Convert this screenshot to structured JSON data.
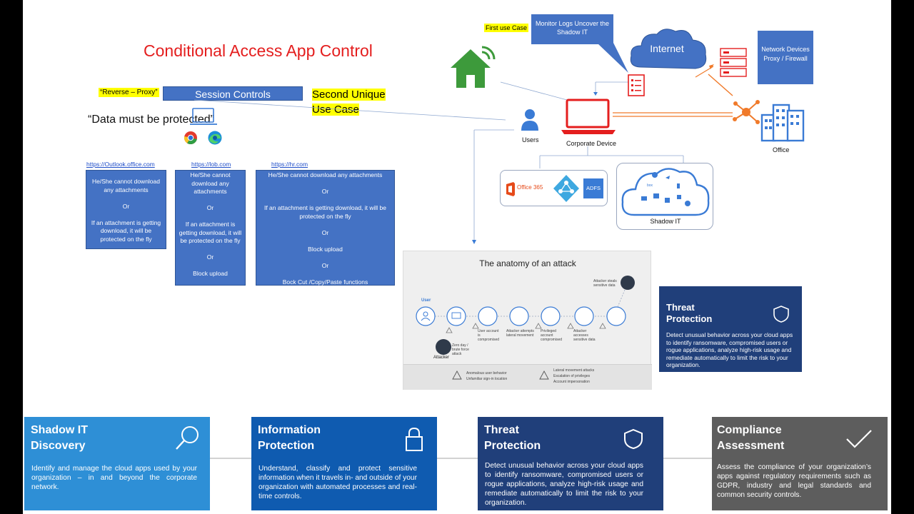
{
  "title": "Conditional Access App Control",
  "reverse_proxy": "“Reverse – Proxy”",
  "session_controls": "Session Controls",
  "second_use_case": "Second Unique Use Case",
  "quote": "“Data must be protected”",
  "sites": [
    {
      "url": "https://Outlook.office.com",
      "lines": [
        "He/She cannot download any attachments",
        "",
        "Or",
        "",
        "If an attachment is getting download, it will be protected on the fly"
      ]
    },
    {
      "url": "https://lob.com",
      "lines": [
        "He/She cannot download any attachments",
        "",
        "Or",
        "",
        "If an attachment is getting download, it will be protected on the fly",
        "",
        "Or",
        "",
        "Block upload"
      ]
    },
    {
      "url": "https://hr.com",
      "lines": [
        "He/She cannot download any attachments",
        "",
        "Or",
        "",
        "If an attachment is getting download, it will be protected on the fly",
        "",
        "Or",
        "",
        "Block upload",
        "",
        "Or",
        "",
        "Bock Cut /Copy/Paste functions"
      ]
    }
  ],
  "first_use_case": "First use Case",
  "monitor_logs": "Monitor Logs Uncover the Shadow IT",
  "internet": "Internet",
  "network_devices": "Network Devices Proxy / Firewall",
  "users": "Users",
  "corporate_device": "Corporate Device",
  "office": "Office",
  "office365": "Office 365",
  "adfs": "ADFS",
  "shadow_it": "Shadow IT",
  "anatomy": {
    "title": "The anatomy of an attack",
    "user": "User",
    "attacker": "Attacker",
    "steals": "Attacker steals sensitive data",
    "steps": [
      "Zero day / brute force attack",
      "User account is compromised",
      "Attacker attempts lateral movement",
      "Privileged account compromised",
      "Attacker accesses sensitive data"
    ],
    "legend_left": [
      "Anomalous user behavior",
      "Unfamiliar sign-in location"
    ],
    "legend_right": [
      "Lateral movement attacks",
      "Escalation of privileges",
      "Account impersonation"
    ]
  },
  "threat_box": {
    "heading": "Threat Protection",
    "desc": "Detect unusual behavior across your cloud apps to identify ransomware, compromised users or rogue applications, analyze high-risk usage and remediate automatically to limit the risk to your organization."
  },
  "cards": [
    {
      "heading": "Shadow IT Discovery",
      "desc": "Identify and manage the cloud apps used by your organization – in and beyond the corporate network.",
      "color": "#2e8fd6",
      "icon": "search-icon"
    },
    {
      "heading": "Information Protection",
      "desc": "Understand, classify and protect sensitive information when it travels in- and outside of your organization with automated processes and real-time controls.",
      "color": "#0f5bb0",
      "icon": "lock-icon"
    },
    {
      "heading": "Threat Protection",
      "desc": "Detect unusual behavior across your cloud apps to identify ransomware, compromised users or rogue applications, analyze high-risk usage and remediate automatically to limit the risk to your organization.",
      "color": "#203f7a",
      "icon": "shield-icon"
    },
    {
      "heading": "Compliance Assessment",
      "desc": "Assess the compliance of your organization’s apps against regulatory requirements such as GDPR, industry and legal standards and common security controls.",
      "color": "#5d5d5d",
      "icon": "checkmark-icon"
    }
  ]
}
